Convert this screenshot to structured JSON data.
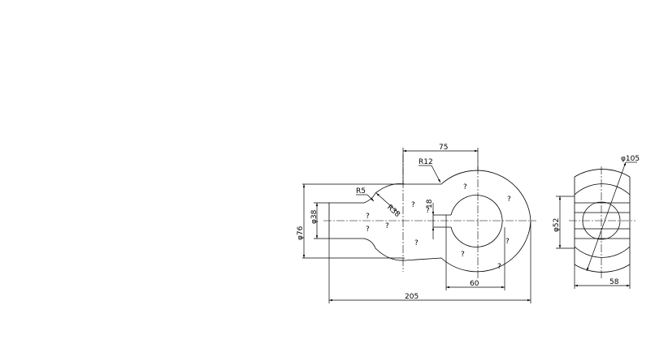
{
  "drawing": {
    "dimensions": {
      "top_length": "75",
      "fillet_r12": "R12",
      "fillet_r5": "R5",
      "fillet_r38": "R38",
      "dia_38": "φ38",
      "dia_76": "φ76",
      "slot_18": "18",
      "width_60": "60",
      "overall_205": "205",
      "side_dia_105": "φ105",
      "side_dia_52": "φ52",
      "side_width_58": "58"
    },
    "unknown_marks": [
      "?",
      "?",
      "?",
      "?",
      "?",
      "?",
      "?",
      "?",
      "?",
      "?",
      "?"
    ]
  }
}
